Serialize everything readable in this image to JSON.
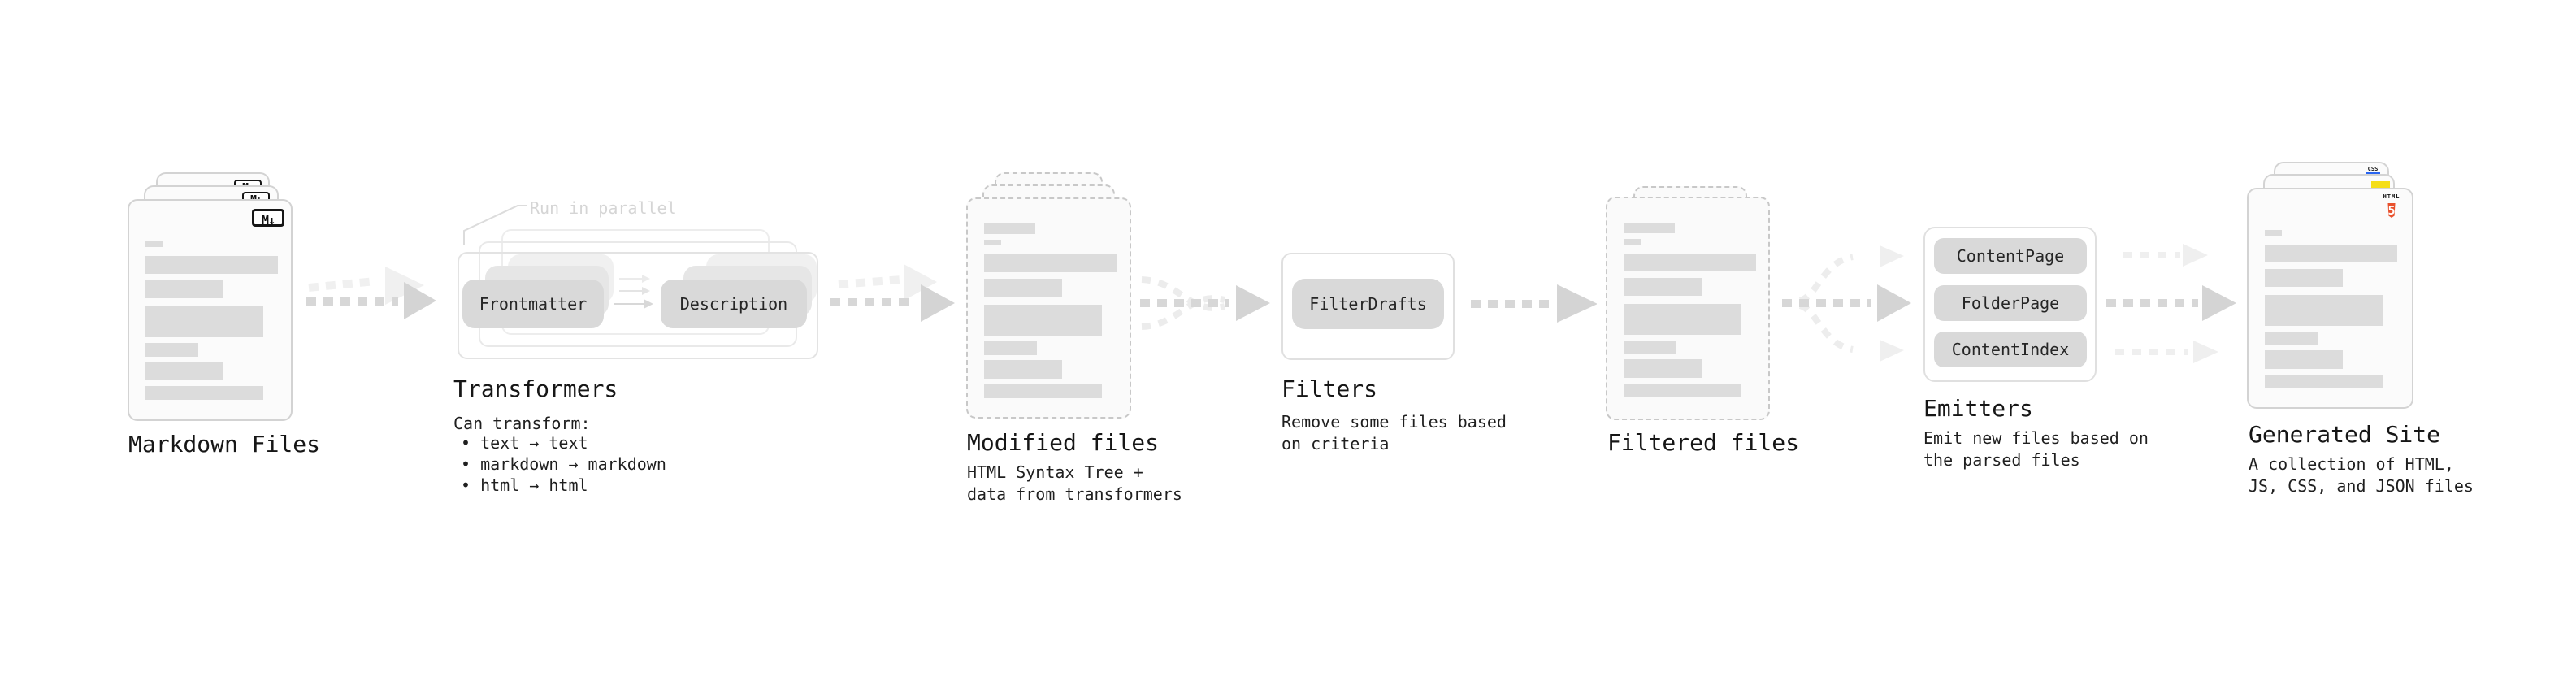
{
  "stages": {
    "markdown": {
      "label": "Markdown Files"
    },
    "transformers": {
      "label": "Transformers",
      "annotation": "Run in parallel",
      "desc_title": "Can transform:",
      "bullets": [
        "• text → text",
        "• markdown → markdown",
        "• html → html"
      ],
      "chip_source": "Frontmatter",
      "chip_target": "Description"
    },
    "modified": {
      "label": "Modified files",
      "desc": "HTML Syntax Tree +\ndata from transformers"
    },
    "filters": {
      "label": "Filters",
      "desc": "Remove some files based\non criteria",
      "chip": "FilterDrafts"
    },
    "filtered": {
      "label": "Filtered files"
    },
    "emitters": {
      "label": "Emitters",
      "desc": "Emit new files based on\nthe parsed files",
      "chips": [
        "ContentPage",
        "FolderPage",
        "ContentIndex"
      ]
    },
    "generated": {
      "label": "Generated Site",
      "desc": "A collection of HTML,\nJS, CSS, and JSON files"
    }
  },
  "badges": {
    "markdown": "M↓",
    "html5_text": "HTML",
    "html5_digit": "5",
    "css_text": "CSS"
  },
  "colors": {
    "html5_orange": "#E8512D",
    "js_yellow": "#F5DE19",
    "css_blue": "#2965F1"
  }
}
